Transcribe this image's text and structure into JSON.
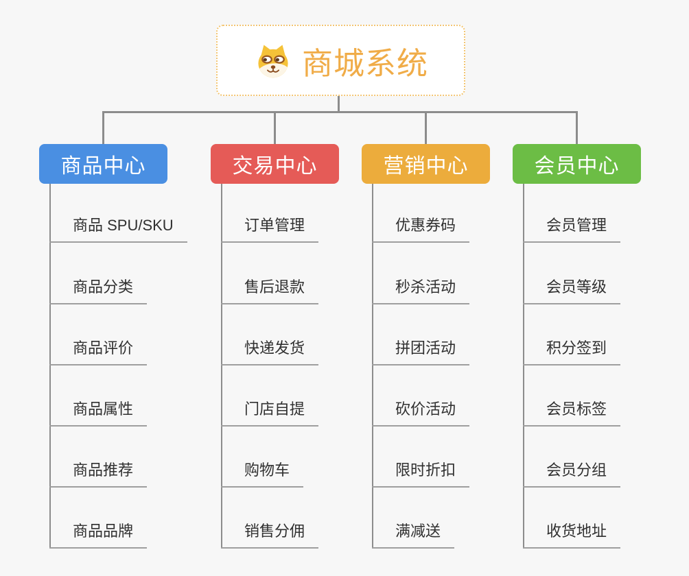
{
  "page": {
    "background_color": "#F7F7F7",
    "connector_color": "#8C8C8C"
  },
  "root": {
    "title": "商城系统",
    "icon": "shiba-dog-icon",
    "title_color": "#F0AC48",
    "border_color": "#F3C571"
  },
  "leaf_style": {
    "text_color": "#303030",
    "underline_color": "#9E9E9E"
  },
  "branches": [
    {
      "label": "商品中心",
      "color": "#4A8FE2",
      "children": [
        "商品 SPU/SKU",
        "商品分类",
        "商品评价",
        "商品属性",
        "商品推荐",
        "商品品牌"
      ]
    },
    {
      "label": "交易中心",
      "color": "#E55B57",
      "children": [
        "订单管理",
        "售后退款",
        "快递发货",
        "门店自提",
        "购物车",
        "销售分佣"
      ]
    },
    {
      "label": "营销中心",
      "color": "#ECAC3C",
      "children": [
        "优惠券码",
        "秒杀活动",
        "拼团活动",
        "砍价活动",
        "限时折扣",
        "满减送"
      ]
    },
    {
      "label": "会员中心",
      "color": "#6CBD45",
      "children": [
        "会员管理",
        "会员等级",
        "积分签到",
        "会员标签",
        "会员分组",
        "收货地址"
      ]
    }
  ]
}
